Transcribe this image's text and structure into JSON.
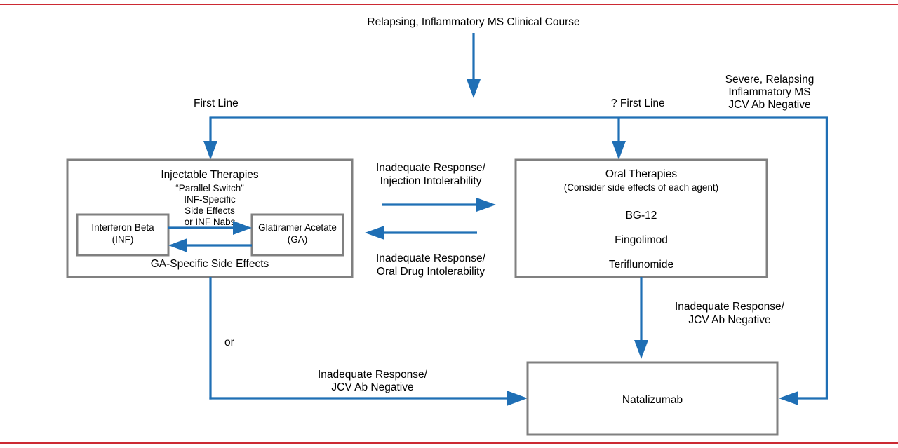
{
  "figure": {
    "title_text": "Relapsing, Inflammatory MS Clinical Course",
    "colors": {
      "arrow_blue": "#1f6fb5",
      "box_border_gray": "#808080",
      "rule_red": "#cc2a33",
      "background": "#ffffff",
      "text": "#000000"
    }
  },
  "nodes": {
    "root": {
      "label": "Relapsing, Inflammatory MS Clinical Course"
    },
    "injectable": {
      "title": "Injectable Therapies",
      "parallel_switch": "“Parallel Switch”",
      "switch_reason_line1": "INF-Specific",
      "switch_reason_line2": "Side Effects",
      "switch_reason_line3": "or INF Nabs",
      "reverse_reason": "GA-Specific Side Effects",
      "inner_left_line1": "Interferon Beta",
      "inner_left_line2": "(INF)",
      "inner_right_line1": "Glatiramer Acetate",
      "inner_right_line2": "(GA)"
    },
    "oral": {
      "title": "Oral Therapies",
      "subtitle": "(Consider side effects of each agent)",
      "agents": [
        "BG-12",
        "Fingolimod",
        "Teriflunomide"
      ]
    },
    "natalizumab": {
      "label": "Natalizumab"
    }
  },
  "edge_labels": {
    "first_line_left": "First Line",
    "first_line_right": "? First Line",
    "severe_line1": "Severe, Relapsing",
    "severe_line2": "Inflammatory MS",
    "severe_line3": "JCV Ab Negative",
    "inject_to_oral_line1": "Inadequate Response/",
    "inject_to_oral_line2": "Injection Intolerability",
    "oral_to_inject_line1": "Inadequate Response/",
    "oral_to_inject_line2": "Oral Drug Intolerability",
    "oral_to_natal_line1": "Inadequate Response/",
    "oral_to_natal_line2": "JCV Ab Negative",
    "inject_to_natal_line1": "Inadequate Response/",
    "inject_to_natal_line2": "JCV Ab Negative",
    "or_label": "or"
  }
}
